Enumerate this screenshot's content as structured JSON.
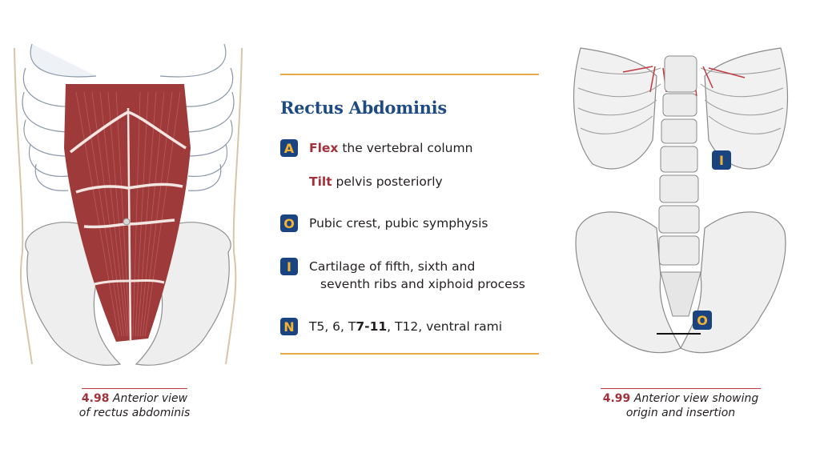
{
  "panel": {
    "title": "Rectus Abdominis",
    "action": {
      "badge": "A",
      "lines": [
        {
          "keyword": "Flex",
          "rest": " the vertebral column"
        },
        {
          "keyword": "Tilt",
          "rest": " pelvis posteriorly"
        }
      ]
    },
    "origin": {
      "badge": "O",
      "text": "Pubic crest, pubic symphysis"
    },
    "insertion": {
      "badge": "I",
      "line1": "Cartilage of fifth, sixth and",
      "line2": "seventh ribs and xiphoid process"
    },
    "innervation": {
      "badge": "N",
      "pre": "T5, 6, T",
      "bold": "7-11",
      "post": ", T12, ventral rami"
    }
  },
  "figures": {
    "left": {
      "number": "4.98",
      "caption_line1": " Anterior view",
      "caption_line2": "of rectus abdominis"
    },
    "right": {
      "number": "4.99",
      "caption_line1": " Anterior view showing",
      "caption_line2": "origin and insertion",
      "badge_insertion": "I",
      "badge_origin": "O"
    }
  },
  "colors": {
    "title_blue": "#1f4b85",
    "badge_bg": "#1a4480",
    "badge_letter": "#f2b233",
    "keyword_red": "#a3303a",
    "rule_gold": "#e8a94a",
    "muscle_red": "#9e3a3a"
  }
}
